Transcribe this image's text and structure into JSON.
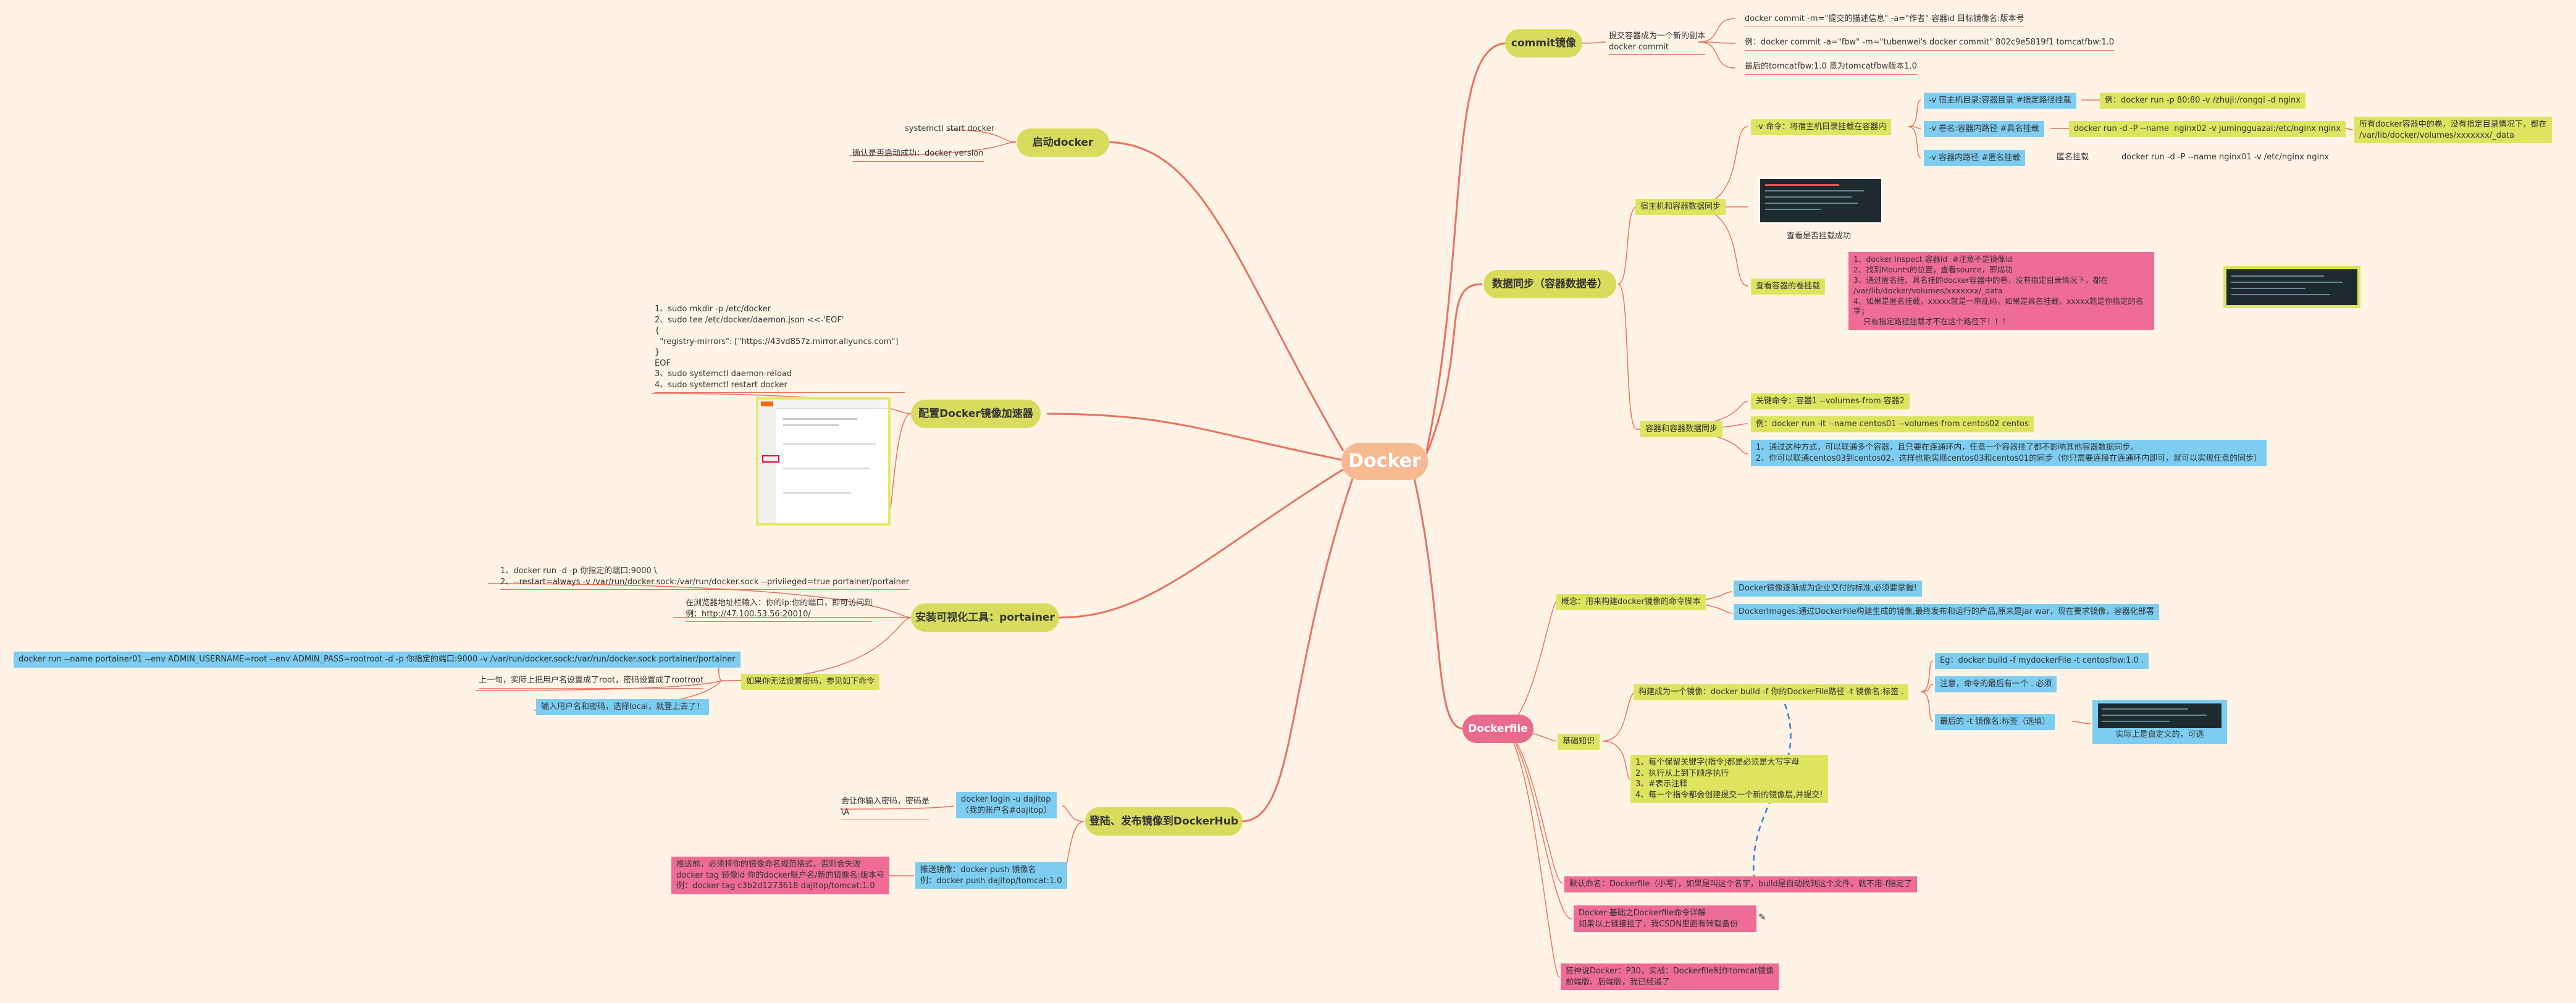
{
  "root": "Docker",
  "commit": {
    "title": "commit镜像",
    "desc": "提交容器成为一个新的副本\ndocker commit",
    "items": [
      "docker commit -m=\"提交的描述信息\" -a=\"作者\" 容器id 目标镜像名:版本号",
      "例：docker commit -a=\"fbw\" -m=\"tubenwei's docker commit\" 802c9e5819f1 tomcatfbw:1.0",
      "最后的tomcatfbw:1.0 意为tomcatfbw版本1.0"
    ]
  },
  "start": {
    "title": "启动docker",
    "items": [
      "systemctl start docker",
      "确认是否启动成功：docker version"
    ]
  },
  "sync": {
    "title": "数据同步（容器数据卷）",
    "host": {
      "title": "宿主机和容器数据同步",
      "v_cmd": "-v 命令：将宿主机目录挂载在容器内",
      "v1": "-v 宿主机目录:容器目录 #指定路径挂载",
      "v1_ex": "例：docker run -p 80:80 -v /zhuji:/rongqi -d nginx",
      "v2": "-v 卷名:容器内路径 #具名挂载",
      "v2_ex": "docker run -d -P --name  nginx02 -v jumingguazai:/etc/nginx nginx",
      "v2_note": "所有docker容器中的卷，没有指定目录情况下，都在\n/var/lib/docker/volumes/xxxxxxx/_data",
      "v3": "-v 容器内路径 #匿名挂载",
      "v3_mid": "匿名挂载",
      "v3_ex": "docker run -d -P --name nginx01 -v /etc/nginx nginx",
      "check": "查看是否挂载成功",
      "inspect_title": "查看容器的卷挂载",
      "inspect": "1、docker inspect 容器id  #注意不是镜像id\n2、找到Mounts的位置，查看source，即成功\n3、通过匿名挂、具名挂的docker容器中的卷，没有指定目录情况下，都在\n/var/lib/docker/volumes/xxxxxxx/_data\n4、如果是匿名挂载，xxxxx就是一串乱码，如果是具名挂载，xxxxx就是你指定的名字；\n    只有指定路径挂载才不在这个路径下！！！"
    },
    "cont": {
      "title": "容器和容器数据同步",
      "key": "关键命令：容器1 --volumes-from 容器2",
      "ex": "例：docker run -it --name centos01 --volumes-from centos02 centos",
      "note": "1、通过这种方式，可以联通多个容器，且只要在连通环内，任意一个容器挂了都不影响其他容器数据同步。\n2、你可以联通centos03到centos02，这样也能实现centos03和centos01的同步（你只需要连接在连通环内即可，就可以实现任意的同步）"
    }
  },
  "mirror": {
    "title": "配置Docker镜像加速器",
    "code": "1、sudo mkdir -p /etc/docker\n2、sudo tee /etc/docker/daemon.json <<-'EOF'\n{\n  \"registry-mirrors\": [\"https://43vd857z.mirror.aliyuncs.com\"]\n}\nEOF\n3、sudo systemctl daemon-reload\n4、sudo systemctl restart docker"
  },
  "portainer": {
    "title": "安装可视化工具：portainer",
    "cmd": "1、docker run -d -p 你指定的端口:9000 \\\n2、--restart=always -v /var/run/docker.sock:/var/run/docker.sock --privileged=true portainer/portainer",
    "visit": "在浏览器地址栏输入：你的ip:你的端口，即可访问到\n例：http://47.100.53.56:20010/",
    "forgot": "如果你无法设置密码，参见如下命令",
    "forgot_cmd": "docker run --name portainer01 --env ADMIN_USERNAME=root --env ADMIN_PASS=rootroot -d -p 你指定的端口:9000 -v /var/run/docker.sock:/var/run/docker.sock portainer/portainer",
    "forgot_note": "上一句，实际上把用户名设置成了root，密码设置成了rootroot",
    "login": "输入用户名和密码，选择local，就登上去了！"
  },
  "hub": {
    "title": "登陆、发布镜像到DockerHub",
    "login_note": "会让你输入密码，密码是\n\\A",
    "login": "docker login -u dajitop\n（我的账户名#dajitop）",
    "push": "推送镜像：docker push 镜像名\n例：docker push dajitop/tomcat:1.0",
    "push_note": "推送前，必须将你的镜像命名规范格式，否则会失败\ndocker tag 镜像id 你的docker账户名/新的镜像名:版本号\n例：docker tag c3b2d1273618 dajitop/tomcat:1.0"
  },
  "dockerfile": {
    "title": "Dockerfile",
    "concept": "概念：用来构建docker镜像的命令脚本",
    "c1": "Docker镜像逐渐成为企业交付的标准,必须要掌握!",
    "c2": "DockerImages:通过DockerFile构建生成的镜像,最终发布和运行的产品,原来是jar war，现在要求镜像，容器化部署",
    "basics": "基础知识",
    "build": "构建成为一个镜像：docker build -f 你的DockerFile路径 -t 镜像名:标签 .",
    "eg": "Eg：docker build -f mydockerFile -t centosfbw:1.0 .",
    "dot": "注意，命令的最后有一个 . 必须",
    "tag": "最后的 -t 镜像名:标签（选填）",
    "tag_note": "实际上是自定义的，可选",
    "rules": "1、每个保留关键字(指令)都是必须是大写字母\n2、执行从上到下顺序执行\n3、#表示注释\n4、每一个指令都会创建提交一个新的镜像层,并提交!",
    "default": "默认命名：Dockerfile（小写），如果是叫这个名字，build是自动找到这个文件，就不用-f指定了",
    "detail": "Docker 基础之Dockerfile命令详解\n如果以上链接挂了，我CSDN里面有转载备份",
    "practice": "狂神说Docker：P30，实战：Dockerfile制作tomcat镜像\n前端版、后端版，我已经通了"
  }
}
